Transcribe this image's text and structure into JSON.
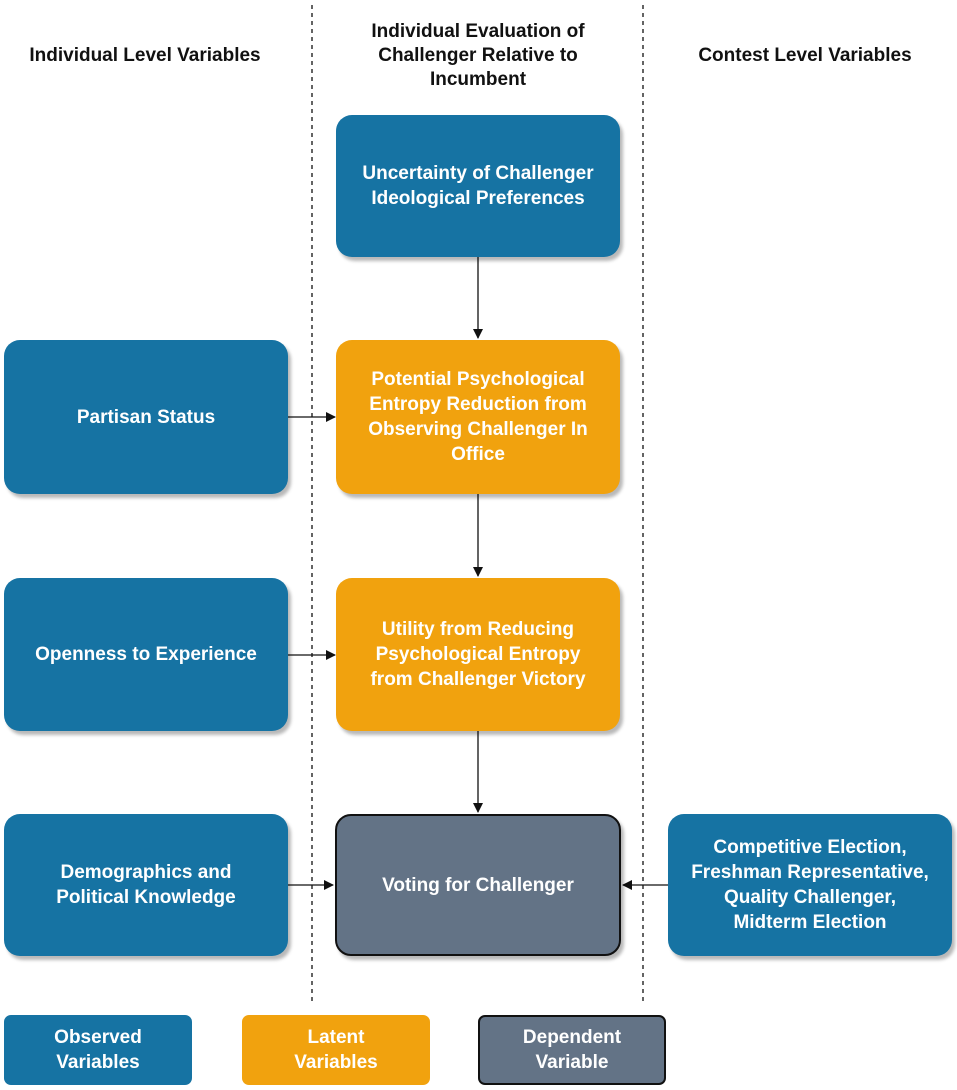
{
  "columns": {
    "left_title": "Individual Level Variables",
    "center_title": "Individual Evaluation of\nChallenger Relative to\nIncumbent",
    "right_title": "Contest Level Variables"
  },
  "nodes": {
    "uncertainty": "Uncertainty of Challenger\nIdeological Preferences",
    "entropy_reduction": "Potential Psychological\nEntropy Reduction from\nObserving Challenger In\nOffice",
    "utility": "Utility from Reducing\nPsychological Entropy\nfrom Challenger Victory",
    "voting": "Voting for Challenger",
    "partisan": "Partisan Status",
    "openness": "Openness to Experience",
    "demographics": "Demographics and\nPolitical Knowledge",
    "contest": "Competitive Election,\nFreshman Representative,\nQuality Challenger,\nMidterm Election"
  },
  "legend": {
    "observed": "Observed\nVariables",
    "latent": "Latent\nVariables",
    "dependent": "Dependent\nVariable"
  },
  "colors": {
    "observed": "#1673a3",
    "latent": "#f1a20e",
    "dependent": "#637386"
  }
}
